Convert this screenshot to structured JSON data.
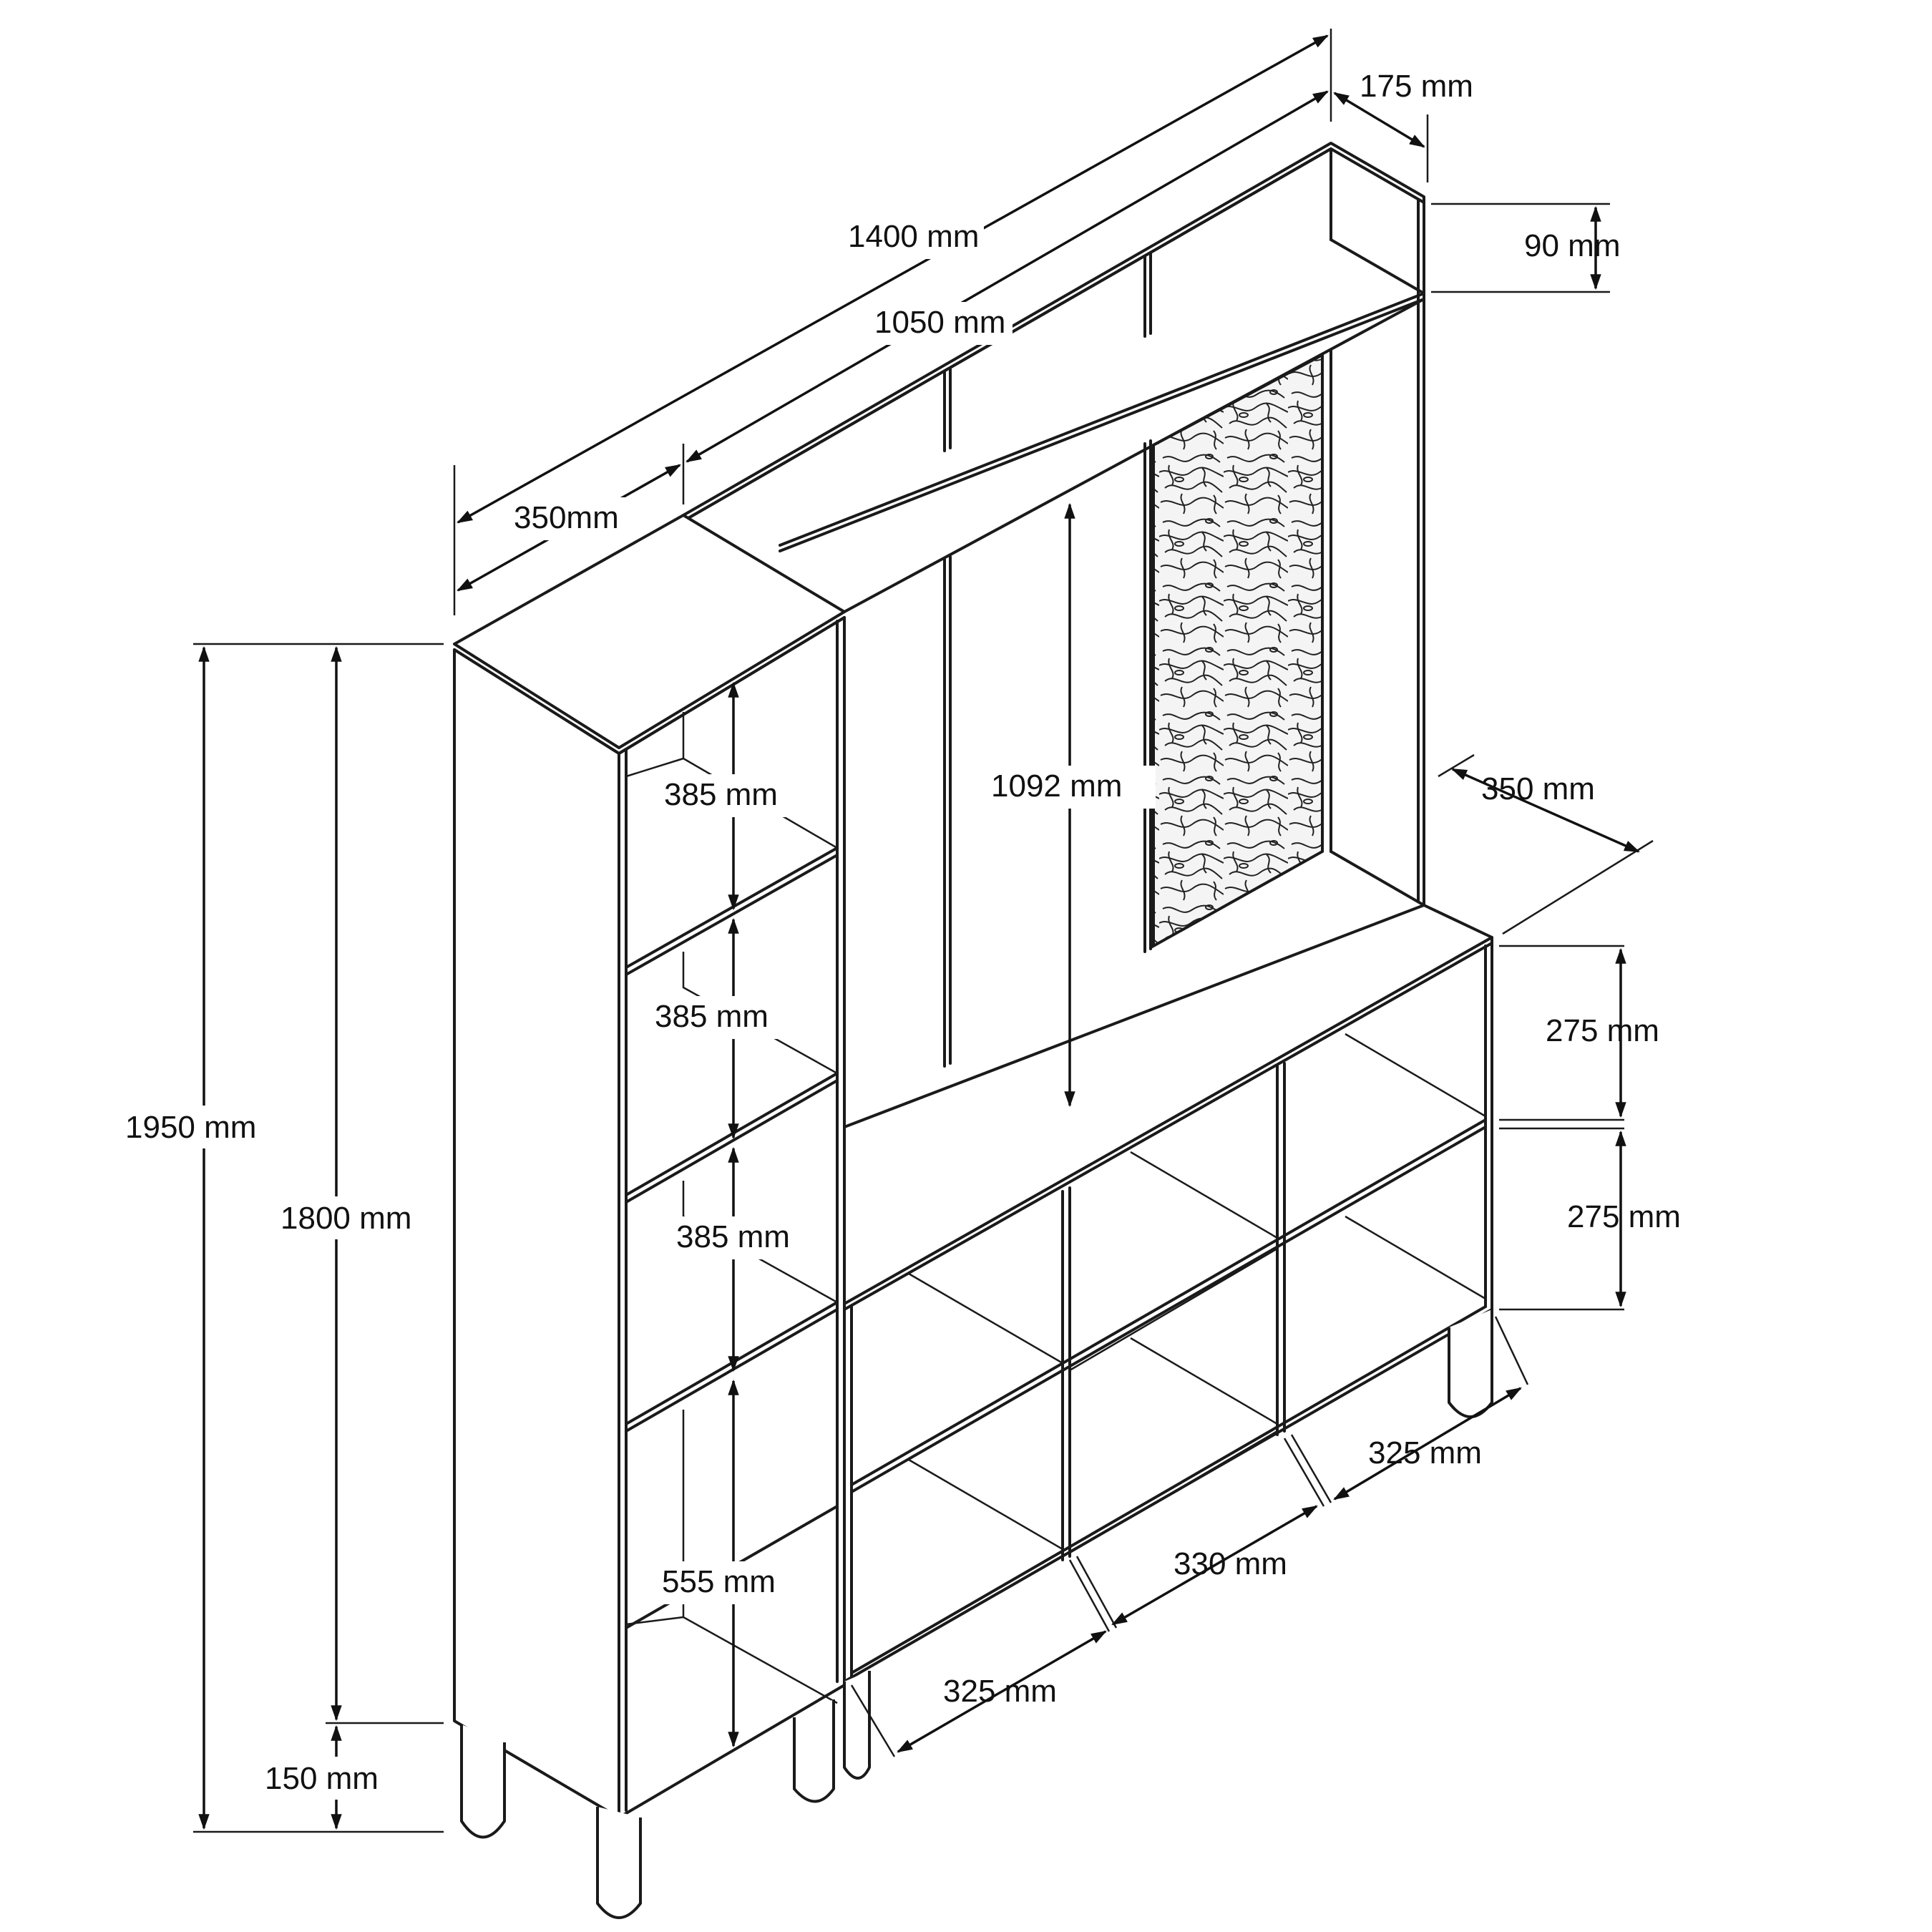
{
  "diagram": {
    "labels": {
      "overall_width": "1400 mm",
      "upper_width": "1050 mm",
      "tower_width": "350mm",
      "top_depth": "175 mm",
      "top_shelf_height": "90 mm",
      "panel_height": "1092 mm",
      "base_depth": "350 mm",
      "total_height": "1950 mm",
      "body_height": "1800 mm",
      "leg_height": "150 mm",
      "shelf_1": "385 mm",
      "shelf_2": "385 mm",
      "shelf_3": "385 mm",
      "shelf_4": "555 mm",
      "cube_row_1": "275 mm",
      "cube_row_2": "275 mm",
      "cube_col_right": "325 mm",
      "cube_col_middle": "330 mm",
      "cube_col_left": "325 mm"
    }
  }
}
